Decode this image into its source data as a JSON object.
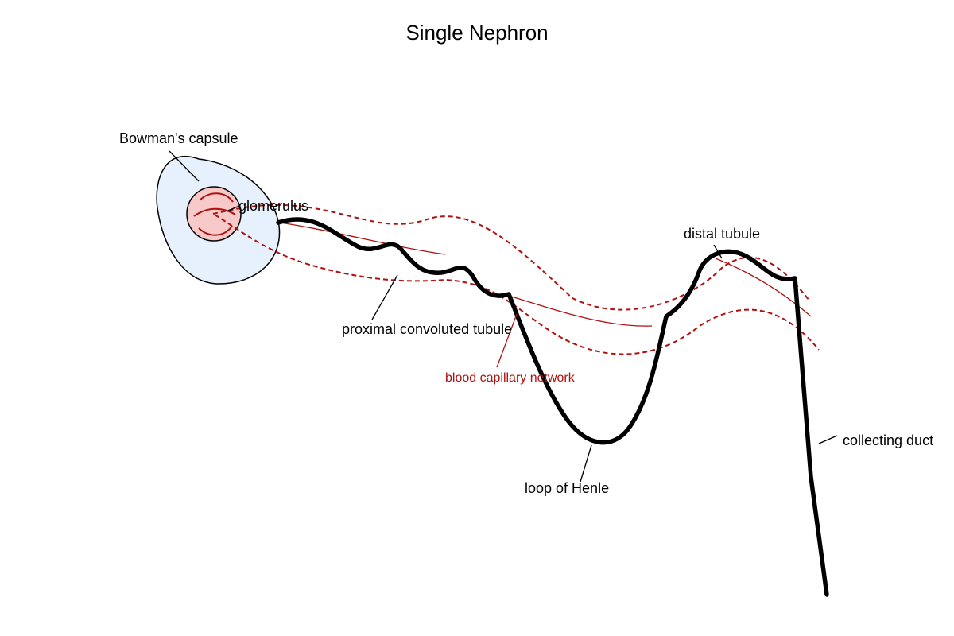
{
  "diagram": {
    "title": "Single Nephron",
    "labels": {
      "bowmans_capsule": "Bowman's capsule",
      "glomerulus": "glomerulus",
      "proximal_tubule": "proximal convoluted tubule",
      "blood_capillary": "blood capillary network",
      "loop_of_henle": "loop of Henle",
      "distal_tubule": "distal tubule",
      "collecting_duct": "collecting duct"
    },
    "colors": {
      "capsule_fill": "#e6f1fd",
      "glomerulus_fill": "#f7c9c9",
      "capillary": "#b01010",
      "tubule": "#000000"
    }
  }
}
